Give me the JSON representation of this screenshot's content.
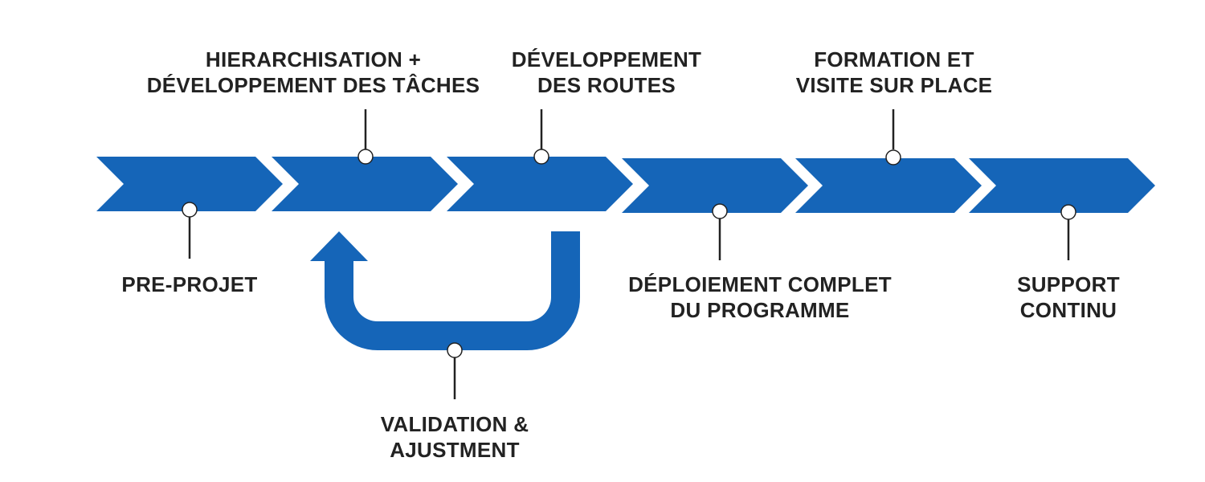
{
  "colors": {
    "chevron": "#1565b8",
    "connector": "#222222",
    "text": "#222222",
    "background": "#ffffff"
  },
  "stages": [
    {
      "lines": [
        "PRE-PROJET"
      ]
    },
    {
      "lines": [
        "HIERARCHISATION +",
        "DÉVELOPPEMENT DES TÂCHES"
      ]
    },
    {
      "lines": [
        "DÉVELOPPEMENT",
        "DES ROUTES"
      ]
    },
    {
      "lines": [
        "DÉPLOIEMENT COMPLET",
        "DU PROGRAMME"
      ]
    },
    {
      "lines": [
        "FORMATION ET",
        "VISITE SUR PLACE"
      ]
    },
    {
      "lines": [
        "SUPPORT",
        "CONTINU"
      ]
    }
  ],
  "loop": {
    "lines": [
      "VALIDATION &",
      "AJUSTMENT"
    ]
  }
}
